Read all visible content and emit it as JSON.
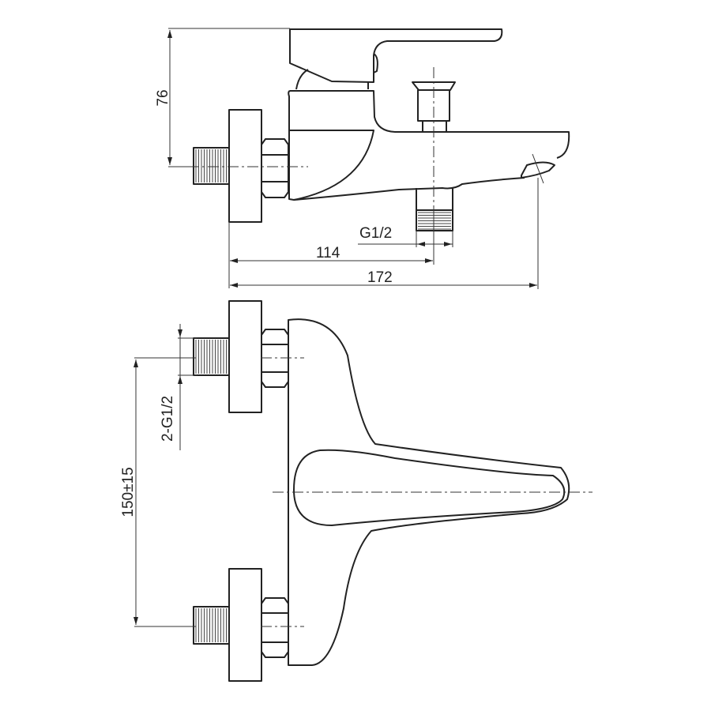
{
  "dimensions": {
    "height": "76",
    "outlet_thread": "G1/2",
    "outlet_distance": "114",
    "total_length": "172",
    "inlet_threads": "2-G1/2",
    "inlet_spacing": "150±15"
  }
}
